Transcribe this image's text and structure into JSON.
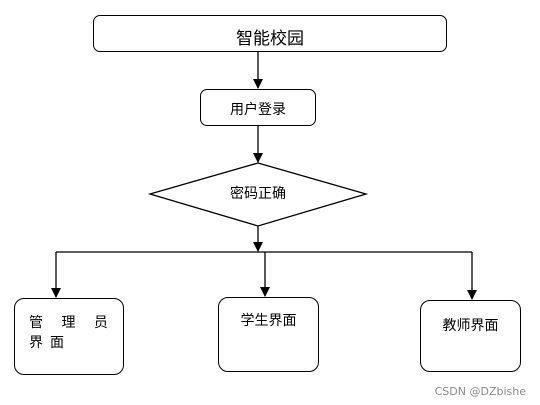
{
  "flowchart": {
    "title": "智能校园",
    "login": "用户登录",
    "check": "密码正确",
    "roles": {
      "admin": "管 理 员 界面",
      "student": "学生界面",
      "teacher": "教师界面"
    }
  },
  "watermark": "CSDN @DZbishe"
}
